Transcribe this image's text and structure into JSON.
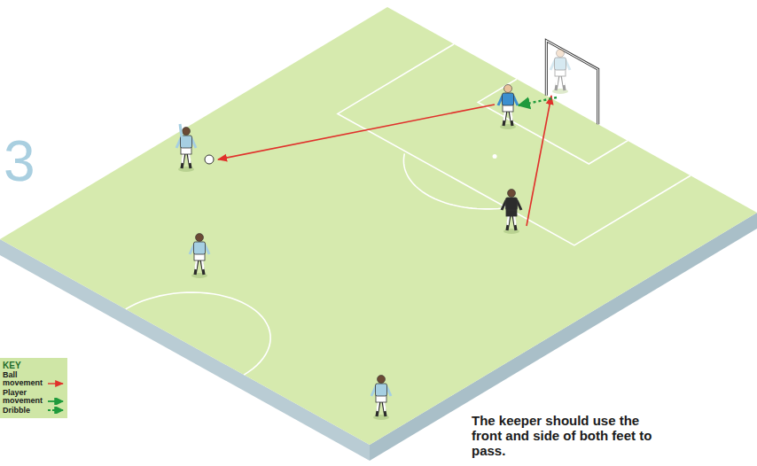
{
  "diagram": {
    "caption": "The keeper should use the front and side of both feet to pass.",
    "labels": [
      "3",
      "KEY"
    ],
    "legend": [
      {
        "text": "Ball movement"
      },
      {
        "text": "Player movement"
      },
      {
        "text": "Dribble"
      }
    ]
  }
}
